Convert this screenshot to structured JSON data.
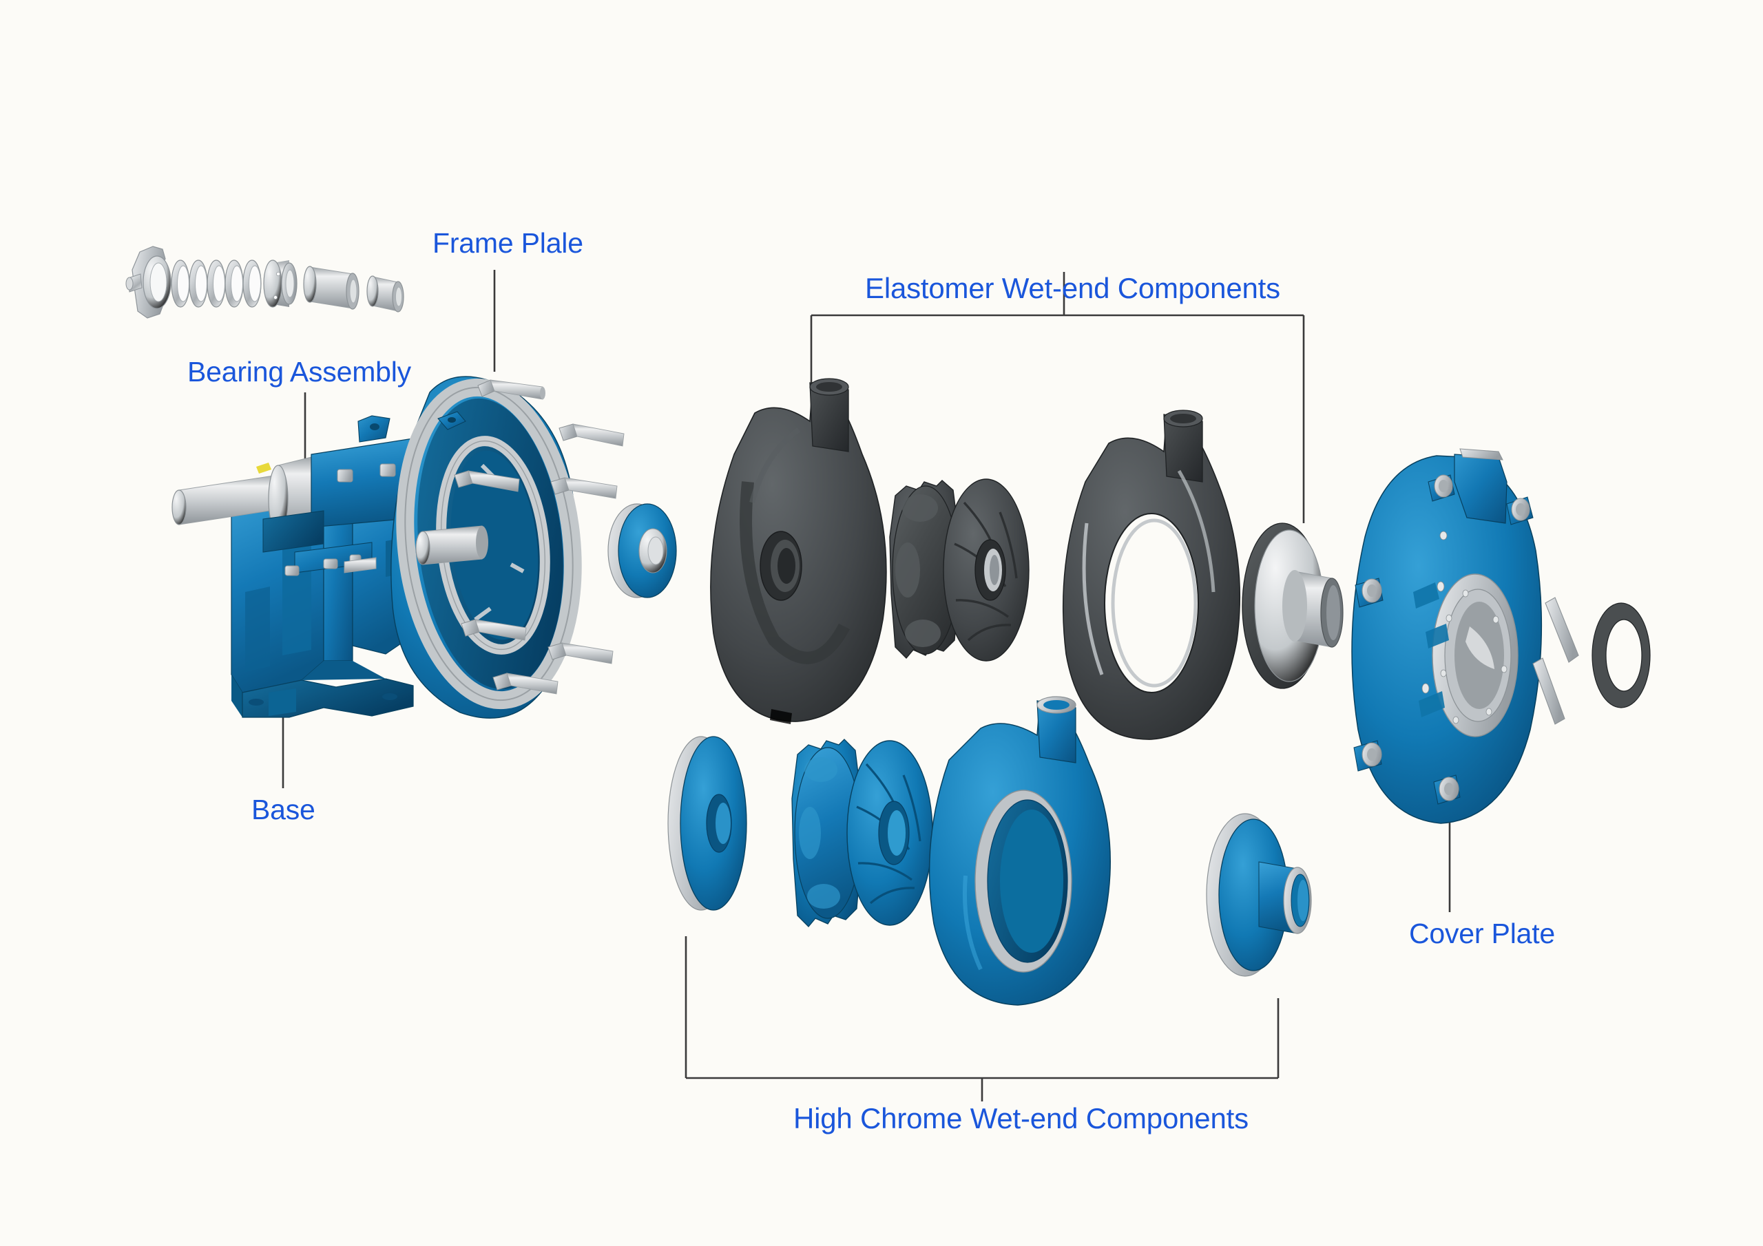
{
  "diagram": {
    "title": "Slurry Pump Exploded Assembly View",
    "background_color": "#FCFBF7",
    "label_color": "#1A56DB",
    "leader_color": "#3A3A3A",
    "part_colors": {
      "blue_casting": "#1072AC",
      "blue_casting_dark": "#0A5A8C",
      "blue_casting_light": "#2E96CE",
      "steel_gray": "#C9CCCE",
      "steel_gray_dark": "#9AA0A4",
      "elastomer_dark": "#4A4E50",
      "elastomer_darker": "#35393B"
    },
    "labels": [
      {
        "id": "frame-plate",
        "text": "Frame Plale"
      },
      {
        "id": "bearing-assembly",
        "text": "Bearing Assembly"
      },
      {
        "id": "base",
        "text": "Base"
      },
      {
        "id": "elastomer",
        "text": "Elastomer Wet-end Components"
      },
      {
        "id": "high-chrome",
        "text": "High Chrome Wet-end Components"
      },
      {
        "id": "cover-plate",
        "text": "Cover Plate"
      }
    ],
    "groups": [
      {
        "id": "elastomer-group",
        "label": "Elastomer Wet-end Components",
        "bracket": "top",
        "members": [
          "elastomer-volute-liner",
          "elastomer-impeller",
          "elastomer-frame-plate-liner",
          "elastomer-throatbush"
        ]
      },
      {
        "id": "high-chrome-group",
        "label": "High Chrome Wet-end Components",
        "bracket": "bottom",
        "members": [
          "chrome-frame-plate-liner",
          "chrome-impeller",
          "chrome-volute-liner",
          "chrome-throatbush"
        ]
      }
    ],
    "parts": [
      {
        "id": "gland-packing-assembly",
        "name": "Gland Packing Assembly",
        "material": "steel"
      },
      {
        "id": "bearing-assembly-unit",
        "name": "Bearing Assembly",
        "material": "blue-casting"
      },
      {
        "id": "base-pedestal",
        "name": "Base",
        "material": "blue-casting"
      },
      {
        "id": "frame-plate",
        "name": "Frame Plate",
        "material": "blue-casting"
      },
      {
        "id": "shaft-seal-ring",
        "name": "Shaft Seal Ring",
        "material": "blue-casting"
      },
      {
        "id": "elastomer-volute-liner",
        "name": "Elastomer Volute Liner",
        "material": "elastomer"
      },
      {
        "id": "elastomer-impeller",
        "name": "Elastomer Impeller",
        "material": "elastomer"
      },
      {
        "id": "elastomer-frame-plate-liner",
        "name": "Elastomer Frame Plate Liner",
        "material": "elastomer"
      },
      {
        "id": "elastomer-throatbush",
        "name": "Elastomer Throatbush",
        "material": "steel"
      },
      {
        "id": "cover-plate",
        "name": "Cover Plate",
        "material": "blue-casting"
      },
      {
        "id": "cover-plate-wedges",
        "name": "Cover Plate Wedges",
        "material": "steel"
      },
      {
        "id": "cover-plate-gasket",
        "name": "Cover Plate Gasket",
        "material": "elastomer"
      },
      {
        "id": "chrome-frame-plate-liner",
        "name": "High Chrome Frame Plate Liner Insert",
        "material": "blue-casting"
      },
      {
        "id": "chrome-impeller",
        "name": "High Chrome Impeller",
        "material": "blue-casting"
      },
      {
        "id": "chrome-volute-liner",
        "name": "High Chrome Volute Liner",
        "material": "blue-casting"
      },
      {
        "id": "chrome-throatbush",
        "name": "High Chrome Throatbush",
        "material": "blue-casting"
      }
    ]
  }
}
